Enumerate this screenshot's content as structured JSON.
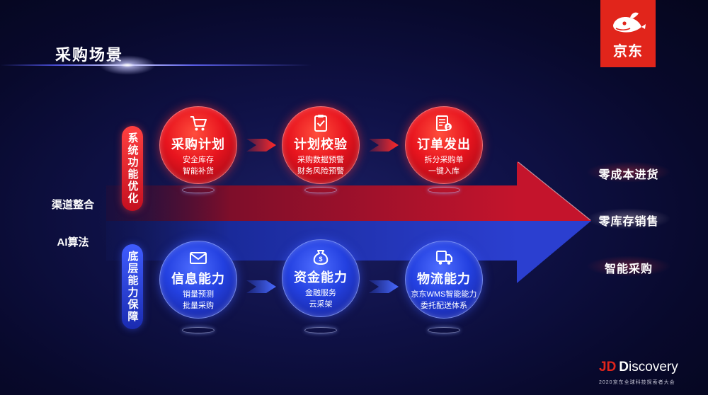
{
  "header": {
    "title": "采购场景"
  },
  "logo": {
    "text": "京东",
    "icon": "jd-dog-icon"
  },
  "left_labels": {
    "channel": "渠道整合",
    "ai": "AI算法"
  },
  "pills": {
    "upper": "系统功能优化",
    "lower": "底层能力保障"
  },
  "upper_steps": [
    {
      "title": "采购计划",
      "lines": [
        "安全库存",
        "智能补货"
      ],
      "icon": "shopping-cart-icon"
    },
    {
      "title": "计划校验",
      "lines": [
        "采购数据预警",
        "财务风险预警"
      ],
      "icon": "clipboard-check-icon"
    },
    {
      "title": "订单发出",
      "lines": [
        "拆分采购单",
        "一键入库"
      ],
      "icon": "receipt-icon"
    }
  ],
  "lower_steps": [
    {
      "title": "信息能力",
      "lines": [
        "销量预测",
        "批量采购"
      ],
      "icon": "envelope-icon"
    },
    {
      "title": "资金能力",
      "lines": [
        "金融服务",
        "云采架"
      ],
      "icon": "money-bag-icon"
    },
    {
      "title": "物流能力",
      "lines": [
        "京东WMS智能能力",
        "委托配送体系"
      ],
      "icon": "delivery-truck-icon"
    }
  ],
  "outcomes": [
    "零成本进货",
    "零库存销售",
    "智能采购"
  ],
  "footer": {
    "brand_jd": "JD",
    "brand_d": "D",
    "brand_rest": "iscovery",
    "subtitle": "2020京东全球科技探索者大会"
  },
  "colors": {
    "brand_red": "#e1251b",
    "step_red": "#e8141e",
    "step_blue": "#2340e0",
    "background": "#0f1146"
  }
}
